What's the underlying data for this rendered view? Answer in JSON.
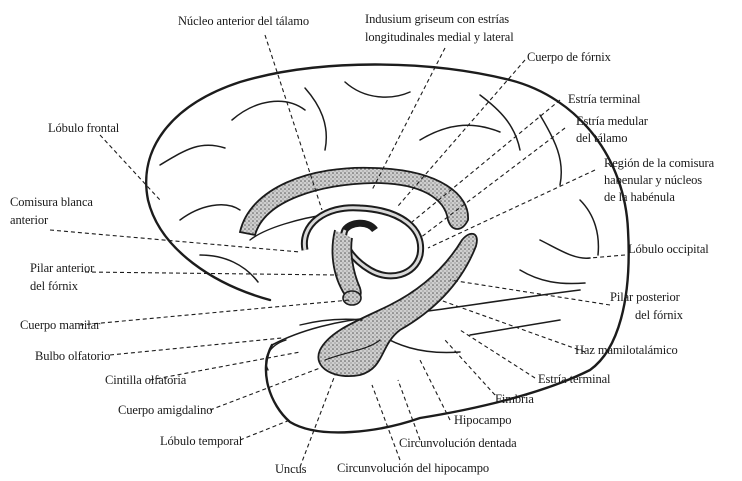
{
  "labels": {
    "nucleo_anterior": "Núcleo anterior del tálamo",
    "indusium_1": "Indusium griseum con estrías",
    "indusium_2": "longitudinales medial y lateral",
    "cuerpo_fornix": "Cuerpo de fórnix",
    "estria_terminal_top": "Estría terminal",
    "estria_medular_1": "Estría medular",
    "estria_medular_2": "del tálamo",
    "region_1": "Región de la comisura",
    "region_2": "habenular y núcleos",
    "region_3": "de la habénula",
    "lobulo_frontal": "Lóbulo frontal",
    "comisura_1": "Comisura blanca",
    "comisura_2": "anterior",
    "lobulo_occipital": "Lóbulo occipital",
    "pilar_anterior_1": "Pilar anterior",
    "pilar_anterior_2": "del fórnix",
    "pilar_posterior_1": "Pilar posterior",
    "pilar_posterior_2": "del fórnix",
    "cuerpo_mamilar": "Cuerpo mamilar",
    "haz_mamilotalamico": "Haz mamilotalámico",
    "bulbo_olfatorio": "Bulbo olfatorio",
    "cintilla_olfatoria": "Cintilla olfatoria",
    "estria_terminal_bottom": "Estría terminal",
    "fimbria": "Fimbria",
    "cuerpo_amigdalino": "Cuerpo amigdalino",
    "hipocampo": "Hipocampo",
    "circ_dentada": "Circunvolución dentada",
    "lobulo_temporal": "Lóbulo temporal",
    "uncus": "Uncus",
    "circ_hipocampo": "Circunvolución del hipocampo"
  }
}
